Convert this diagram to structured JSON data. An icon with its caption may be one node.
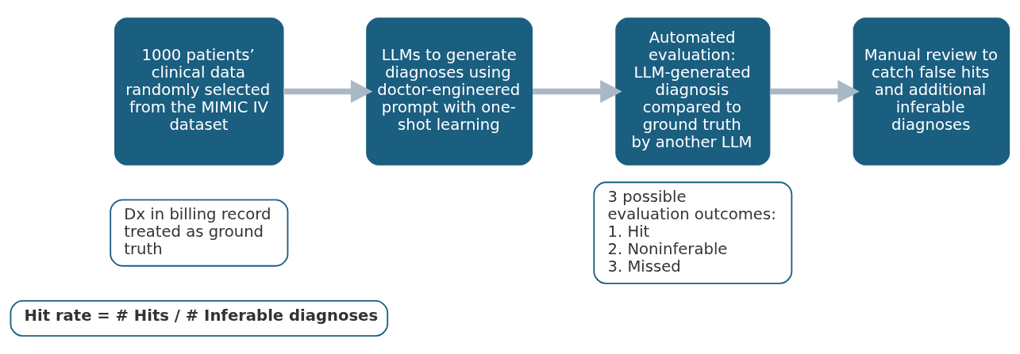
{
  "diagram": {
    "nodes": [
      {
        "text": [
          "1000 patients’ clinical data randomly selected from the MIMIC IV dataset"
        ]
      },
      {
        "text": [
          "LLMs to generate diagnoses using doctor-engineered prompt with one-shot learning"
        ]
      },
      {
        "text": [
          "Automated evaluation: LLM-generated diagnosis compared to ground truth by another LLM"
        ]
      },
      {
        "text": [
          "Manual review to catch false hits and additional inferable diagnoses"
        ]
      },
      {
        "text": [
          "Dx in billing record treated as ground truth"
        ]
      },
      {
        "text": [
          "Hit rate = # Hits / # Inferable diagnoses"
        ]
      },
      {
        "text": [
          "3 possible evaluation outcomes:",
          "1. Hit",
          "2. Noninferable",
          "3. Missed"
        ]
      }
    ],
    "edges": [
      {
        "from": 0,
        "to": 1,
        "arrow": "to"
      },
      {
        "from": 1,
        "to": 2,
        "arrow": "to"
      },
      {
        "from": 2,
        "to": 3,
        "arrow": "to"
      }
    ]
  }
}
